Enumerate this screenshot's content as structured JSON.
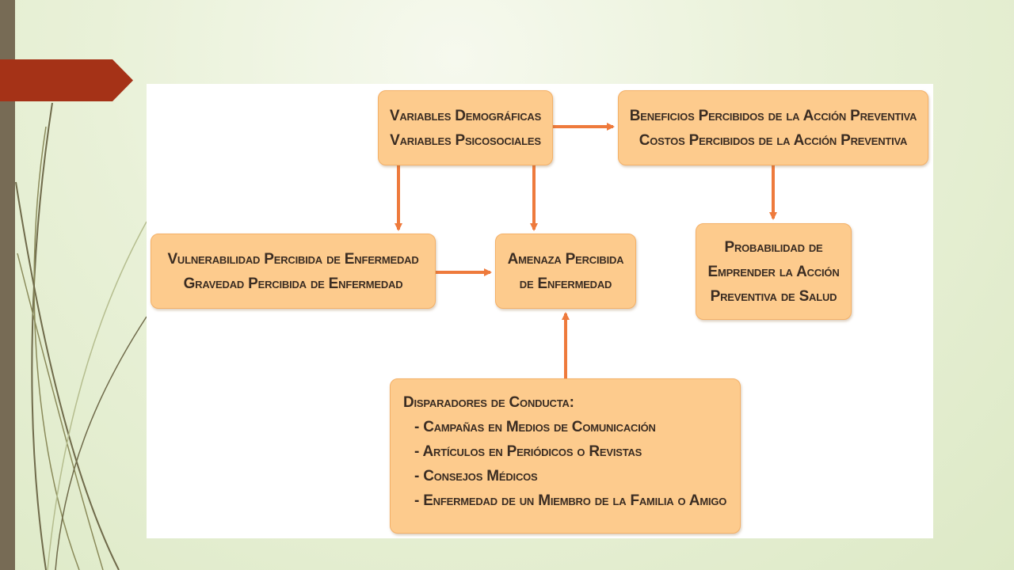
{
  "theme": {
    "arrow_color": "#ee7a3c",
    "box_fill": "#fdcb8d",
    "box_border": "#f4b067",
    "tab_color": "#a53217"
  },
  "diagram": {
    "box_variables": {
      "lines": [
        "Variables Demográficas",
        "Variables Psicosociales"
      ]
    },
    "box_beneficios": {
      "lines": [
        "Beneficios Percibidos de la Acción Preventiva",
        "Costos Percibidos de la Acción Preventiva"
      ]
    },
    "box_vulnerabilidad": {
      "lines": [
        "Vulnerabilidad Percibida de Enfermedad",
        "Gravedad Percibida de Enfermedad"
      ]
    },
    "box_amenaza": {
      "lines": [
        "Amenaza Percibida",
        "de Enfermedad"
      ]
    },
    "box_probabilidad": {
      "lines": [
        "Probabilidad de",
        "Emprender la Acción",
        "Preventiva de Salud"
      ]
    },
    "box_disparadores": {
      "title": "Disparadores de Conducta:",
      "items": [
        "- Campañas en Medios de Comunicación",
        "- Artículos en Periódicos o Revistas",
        "- Consejos Médicos",
        "- Enfermedad de un Miembro de la Familia o Amigo"
      ]
    }
  }
}
